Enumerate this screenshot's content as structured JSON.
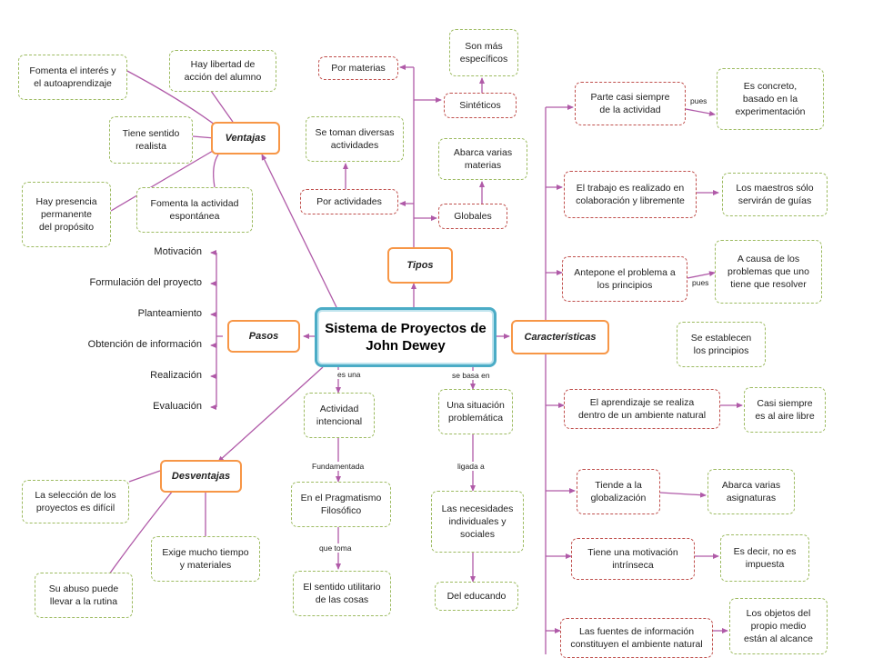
{
  "center": "Sistema de Proyectos de\nJohn Dewey",
  "categories": {
    "ventajas": "Ventajas",
    "tipos": "Tipos",
    "pasos": "Pasos",
    "caracteristicas": "Características",
    "desventajas": "Desventajas"
  },
  "ventajas": {
    "fomenta_interes": "Fomenta el interés y\nel autoaprendizaje",
    "libertad": "Hay libertad de\nacción del alumno",
    "sentido_realista": "Tiene sentido\nrealista",
    "presencia": "Hay presencia\npermanente\ndel propósito",
    "actividad_espontanea": "Fomenta la actividad\nespontánea"
  },
  "tipos": {
    "por_materias": "Por materias",
    "mas_especificos": "Son más\nespecíficos",
    "sinteticos": "Sintéticos",
    "diversas_actividades": "Se toman diversas\nactividades",
    "por_actividades": "Por actividades",
    "varias_materias": "Abarca varias\nmaterias",
    "globales": "Globales"
  },
  "pasos": [
    "Motivación",
    "Formulación del proyecto",
    "Planteamiento",
    "Obtención de información",
    "Realización",
    "Evaluación"
  ],
  "center_branches": {
    "es_una": "es una",
    "actividad_intencional": "Actividad\nintencional",
    "fundamentada": "Fundamentada",
    "pragmatismo": "En el Pragmatismo\nFilosófico",
    "que_toma": "que toma",
    "sentido_utilitario": "El sentido utilitario\nde las cosas",
    "se_basa_en": "se basa en",
    "situacion": "Una situación\nproblemática",
    "ligada_a": "ligada a",
    "necesidades": "Las necesidades\nindividuales y\nsociales",
    "educando": "Del educando"
  },
  "desventajas": {
    "seleccion": "La selección de los\nproyectos es difícil",
    "tiempo": "Exige mucho tiempo\ny materiales",
    "abuso": "Su abuso puede\nllevar a la rutina"
  },
  "caracteristicas": {
    "c1": "Parte casi siempre\nde la actividad",
    "c1_label": "pues",
    "c1_detail": "Es concreto,\nbasado en la\nexperimentación",
    "c2": "El trabajo es realizado en\ncolaboración y libremente",
    "c2_detail": "Los maestros sólo\nservirán de guías",
    "c3": "Antepone el problema a\nlos principios",
    "c3_label": "pues",
    "c3_detail": "A causa de los\nproblemas que uno\ntiene que resolver",
    "c3_detail2": "Se establecen\nlos principios",
    "c4": "El aprendizaje  se realiza\ndentro de un ambiente natural",
    "c4_detail": "Casi siempre\nes al aire libre",
    "c5": "Tiende a la\nglobalización",
    "c5_detail": "Abarca varias\nasignaturas",
    "c6": "Tiene una motivación\nintrínseca",
    "c6_detail": "Es decir, no es\nimpuesta",
    "c7": "Las fuentes de información\nconstituyen el ambiente natural",
    "c7_detail": "Los objetos del\npropio medio\nestán al alcance"
  },
  "colors": {
    "line": "#b05aa8",
    "center_border": "#4bacc6",
    "category_border": "#f79646",
    "green_border": "#9dbb61",
    "red_border": "#c0504d"
  }
}
